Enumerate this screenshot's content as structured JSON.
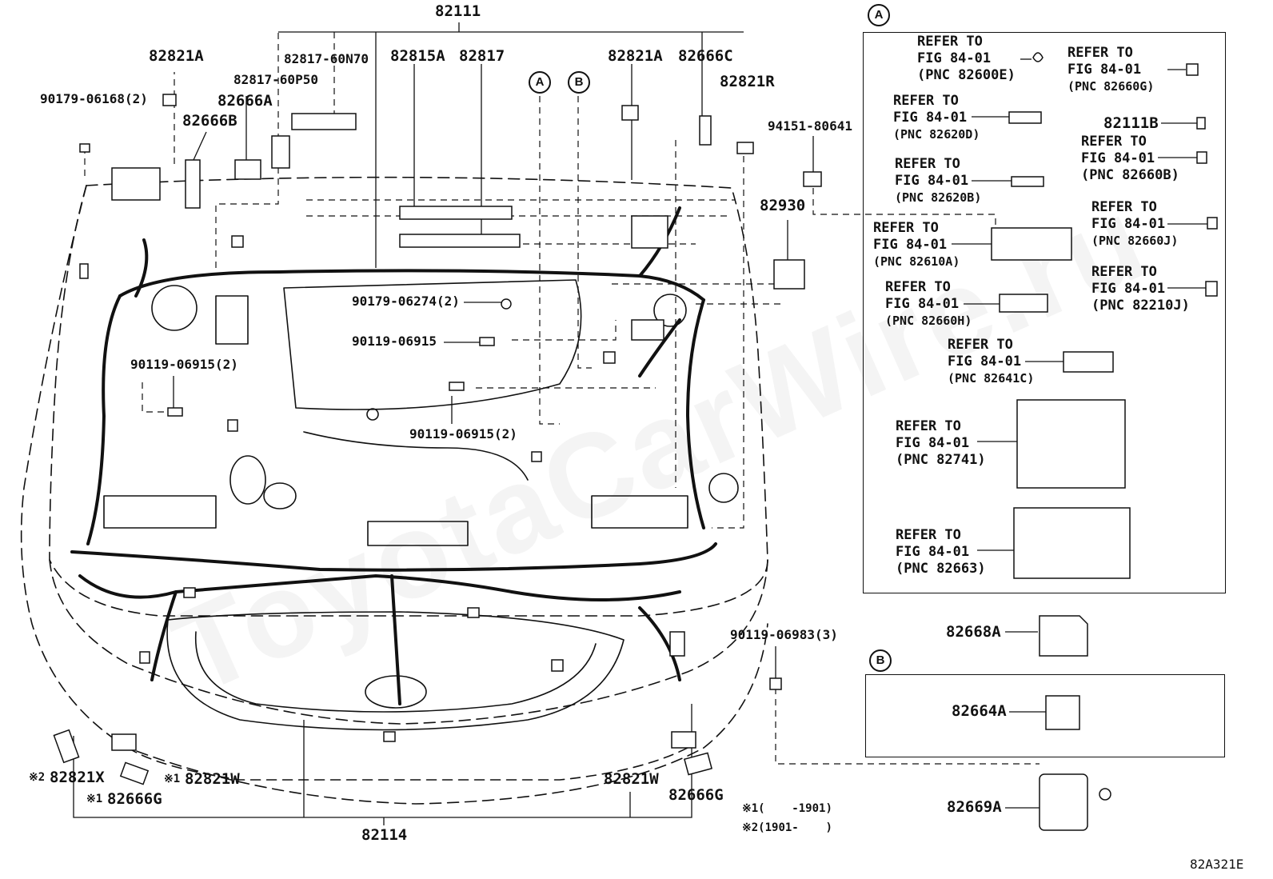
{
  "watermark": "ToyotaCarWire.ru",
  "diagram_code": "82A321E",
  "top_part": "82111",
  "bottom_part": "82114",
  "callouts": {
    "A": "A",
    "B": "B"
  },
  "labels": {
    "p82821A_left": "82821A",
    "p90179_06168": "90179-06168(2)",
    "p82666B": "82666B",
    "p82666A": "82666A",
    "p82817_60P50": "82817-60P50",
    "p82817_60N70": "82817-60N70",
    "p82815A": "82815A",
    "p82817": "82817",
    "p82821A_right": "82821A",
    "p82666C": "82666C",
    "p82821R": "82821R",
    "p94151_80641": "94151-80641",
    "p82930": "82930",
    "p90179_06274": "90179-06274(2)",
    "p90119_06915": "90119-06915",
    "p90119_06915_2a": "90119-06915(2)",
    "p90119_06915_2b": "90119-06915(2)",
    "p90119_06983": "90119-06983(3)",
    "p82821X": "82821X",
    "p82666G_left": "82666G",
    "p82821W_left": "82821W",
    "p82821W_right": "82821W",
    "p82666G_right": "82666G",
    "p82668A": "82668A",
    "p82664A": "82664A",
    "p82669A": "82669A"
  },
  "markers": {
    "note1": "※1",
    "note2": "※2"
  },
  "notes": {
    "note1": "※1(    -1901)",
    "note2": "※2(1901-    )"
  },
  "refer_box_a": {
    "line1": "REFER TO",
    "line2": "FIG 84-01",
    "items": [
      {
        "pnc": "(PNC 82600E)"
      },
      {
        "pnc": "(PNC 82660G)"
      },
      {
        "pnc": "(PNC 82620D)"
      },
      {
        "pnc": "(PNC 82660B)"
      },
      {
        "pnc": "(PNC 82620B)"
      },
      {
        "pnc": "(PNC 82610A)"
      },
      {
        "pnc": "(PNC 82660J)"
      },
      {
        "pnc": "(PNC 82660H)"
      },
      {
        "pnc": "(PNC 82210J)"
      },
      {
        "pnc": "(PNC 82641C)"
      },
      {
        "pnc": "(PNC 82741)"
      },
      {
        "pnc": "(PNC 82663)"
      }
    ],
    "extra_part": "82111B"
  }
}
